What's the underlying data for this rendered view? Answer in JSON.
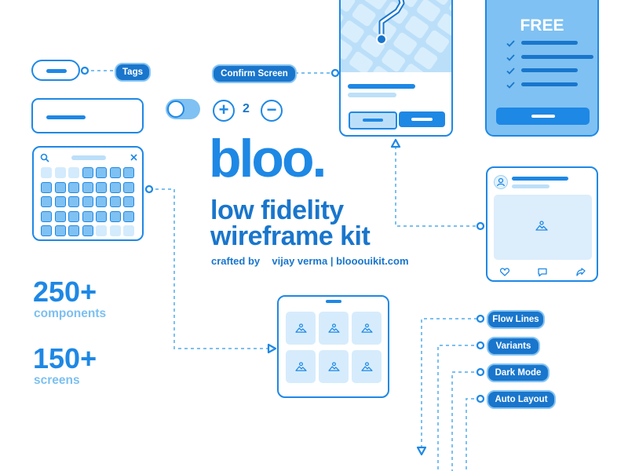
{
  "brand": {
    "logo": "bloo.",
    "headline_line1": "low fidelity",
    "headline_line2": "wireframe kit",
    "credit_prefix": "crafted by",
    "credit_author": "vijay verma | blooouikit.com"
  },
  "stats": [
    {
      "number": "250+",
      "label": "components"
    },
    {
      "number": "150+",
      "label": "screens"
    }
  ],
  "tags": {
    "tags": "Tags",
    "confirm_screen": "Confirm Screen",
    "flow_lines": "Flow Lines",
    "variants": "Variants",
    "dark_mode": "Dark Mode",
    "auto_layout": "Auto Layout"
  },
  "stepper": {
    "value": "2",
    "plus": "+",
    "minus": "−"
  },
  "pricing": {
    "title": "FREE",
    "checks": 4
  },
  "toggle": {
    "on": true
  },
  "colors": {
    "primary": "#1e88e5",
    "dark": "#1976cc",
    "light": "#bcdff9",
    "pale": "#e3f2fd",
    "flow": "#7cc0f0"
  },
  "icons": [
    "search-icon",
    "close-icon",
    "image-icon",
    "heart-icon",
    "comment-icon",
    "share-icon",
    "user-icon",
    "check-icon",
    "map-pin-icon",
    "arrow-icon"
  ]
}
